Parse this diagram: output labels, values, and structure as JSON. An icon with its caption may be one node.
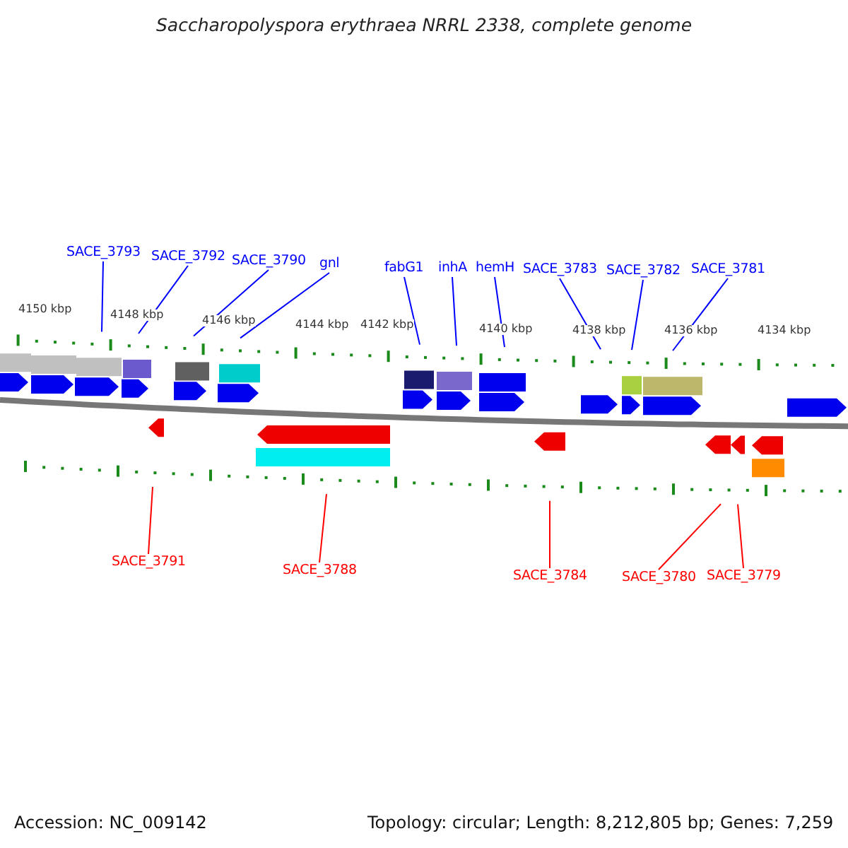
{
  "diagram": {
    "title": "Saccharopolyspora erythraea NRRL 2338, complete genome",
    "nodes": [
      {
        "text": [
          "SACE_3793"
        ]
      },
      {
        "text": [
          "SACE_3792"
        ]
      },
      {
        "text": [
          "SACE_3790"
        ]
      },
      {
        "text": [
          "gnl"
        ]
      },
      {
        "text": [
          "fabG1"
        ]
      },
      {
        "text": [
          "inhA"
        ]
      },
      {
        "text": [
          "hemH"
        ]
      },
      {
        "text": [
          "SACE_3783"
        ]
      },
      {
        "text": [
          "SACE_3782"
        ]
      },
      {
        "text": [
          "SACE_3781"
        ]
      },
      {
        "text": [
          "SACE_3791"
        ]
      },
      {
        "text": [
          "SACE_3788"
        ]
      },
      {
        "text": [
          "SACE_3784"
        ]
      },
      {
        "text": [
          "SACE_3780"
        ]
      },
      {
        "text": [
          "SACE_3779"
        ]
      }
    ],
    "edges": [
      {
        "from": 0,
        "to": null,
        "arrow": "none"
      },
      {
        "from": 1,
        "to": null,
        "arrow": "none"
      },
      {
        "from": 2,
        "to": null,
        "arrow": "none"
      },
      {
        "from": 3,
        "to": null,
        "arrow": "none"
      },
      {
        "from": 4,
        "to": null,
        "arrow": "none"
      },
      {
        "from": 5,
        "to": null,
        "arrow": "none"
      },
      {
        "from": 6,
        "to": null,
        "arrow": "none"
      },
      {
        "from": 7,
        "to": null,
        "arrow": "none"
      },
      {
        "from": 8,
        "to": null,
        "arrow": "none"
      },
      {
        "from": 9,
        "to": null,
        "arrow": "none"
      },
      {
        "from": 10,
        "to": null,
        "arrow": "none",
        "color": "#ff0000"
      },
      {
        "from": 11,
        "to": null,
        "arrow": "none",
        "color": "#ff0000"
      },
      {
        "from": 12,
        "to": null,
        "arrow": "none",
        "color": "#ff0000"
      },
      {
        "from": 13,
        "to": null,
        "arrow": "none",
        "color": "#ff0000"
      },
      {
        "from": 14,
        "to": null,
        "arrow": "none",
        "color": "#ff0000"
      }
    ],
    "labels": [
      "4150 kbp",
      "4148 kbp",
      "4146 kbp",
      "4144 kbp",
      "4142 kbp",
      "4140 kbp",
      "4138 kbp",
      "4136 kbp",
      "4134 kbp",
      "Accession: NC_009142",
      "Topology: circular; Length: 8,212,805 bp; Genes: 7,259"
    ]
  }
}
